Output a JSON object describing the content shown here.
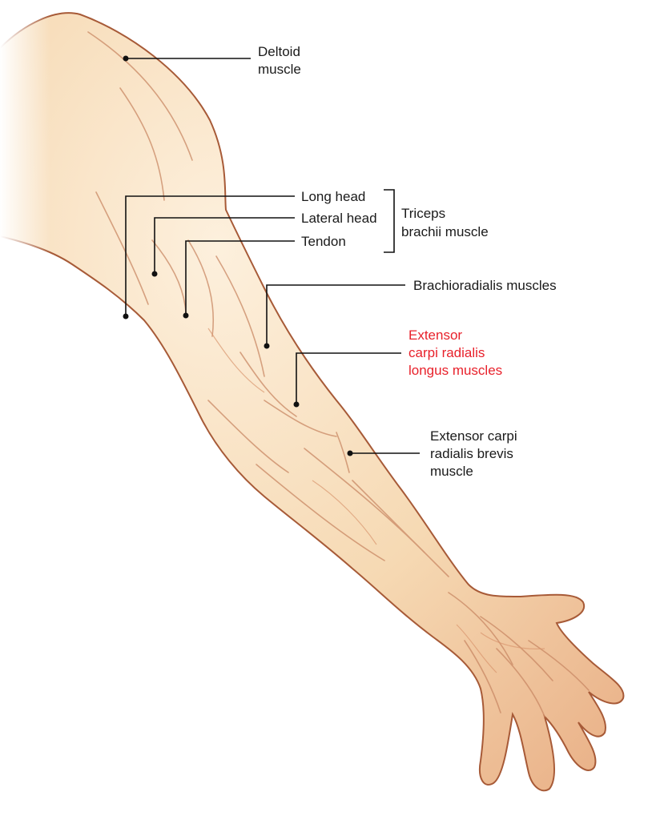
{
  "labels": {
    "deltoid": [
      "Deltoid",
      "muscle"
    ],
    "long_head": "Long head",
    "lateral_head": "Lateral head",
    "tendon": "Tendon",
    "triceps": [
      "Triceps",
      "brachii muscle"
    ],
    "brachioradialis": "Brachioradialis muscles",
    "ecrl": [
      "Extensor",
      "carpi radialis",
      "longus muscles"
    ],
    "ecrb": [
      "Extensor carpi",
      "radialis brevis",
      "muscle"
    ]
  },
  "colors": {
    "highlight": "#e8212b",
    "text": "#1a1a1a",
    "skin": "#f6d9b3",
    "skin_shadow": "#e3a779",
    "outline": "#a75a37"
  }
}
